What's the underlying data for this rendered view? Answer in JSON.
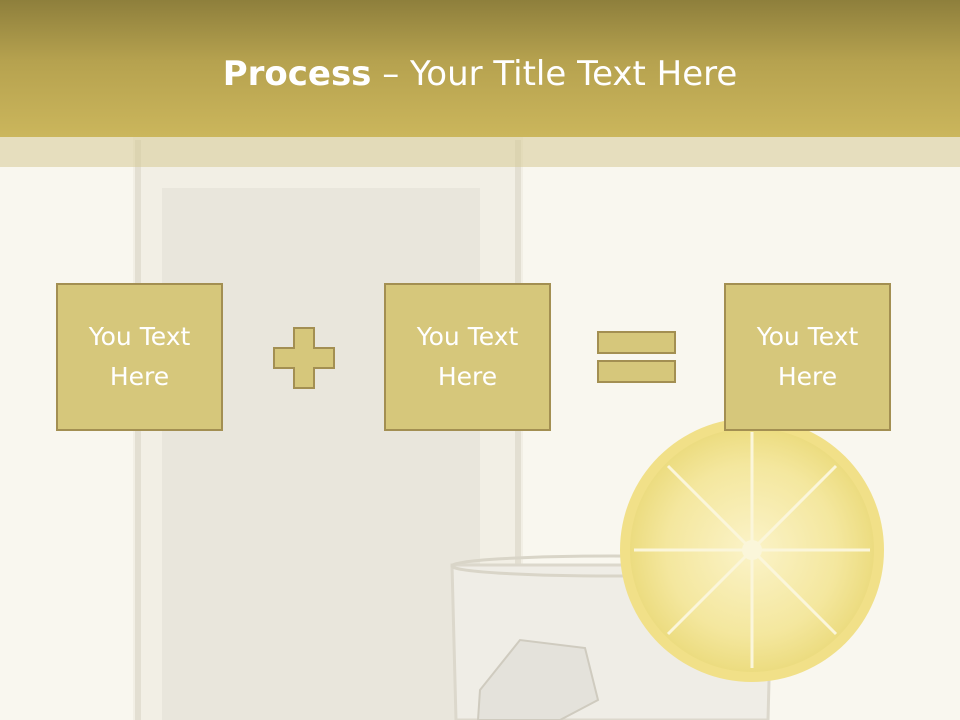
{
  "title": {
    "bold": "Process",
    "rest": " – Your Title Text Here"
  },
  "boxes": [
    {
      "text": "You Text\nHere"
    },
    {
      "text": "You Text\nHere"
    },
    {
      "text": "You Text\nHere"
    }
  ],
  "colors": {
    "header": "#c5b05a",
    "box_fill": "#d6c77b",
    "box_border": "#a38f52",
    "background": "#f9f7ef"
  },
  "icons": {
    "operator1": "plus-icon",
    "operator2": "equals-icon"
  }
}
